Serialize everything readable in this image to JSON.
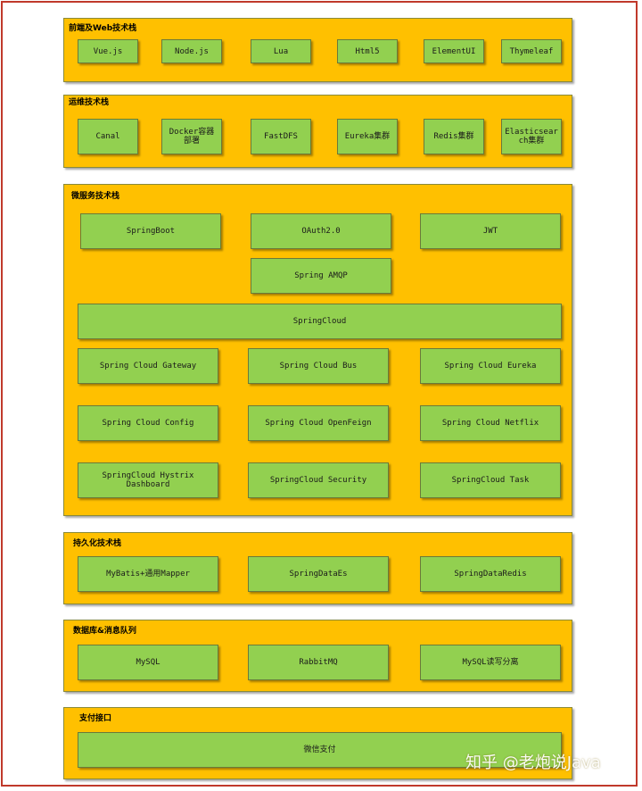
{
  "frontend": {
    "title": "前端及Web技术栈",
    "items": [
      "Vue.js",
      "Node.js",
      "Lua",
      "Html5",
      "ElementUI",
      "Thymeleaf"
    ]
  },
  "ops": {
    "title": "运维技术栈",
    "items": [
      "Canal",
      "Docker容器\n部署",
      "FastDFS",
      "Eureka集群",
      "Redis集群",
      "Elasticsear\nch集群"
    ]
  },
  "microservice": {
    "title": "微服务技术栈",
    "row1": [
      "SpringBoot",
      "OAuth2.0",
      "JWT"
    ],
    "amqp": "Spring AMQP",
    "springcloud": "SpringCloud",
    "row2": [
      "Spring Cloud Gateway",
      "Spring Cloud Bus",
      "Spring Cloud Eureka"
    ],
    "row3": [
      "Spring Cloud Config",
      "Spring Cloud OpenFeign",
      "Spring Cloud Netflix"
    ],
    "row4": [
      "SpringCloud Hystrix Dashboard",
      "SpringCloud Security",
      "SpringCloud Task"
    ]
  },
  "persistence": {
    "title": "持久化技术栈",
    "items": [
      "MyBatis+通用Mapper",
      "SpringDataEs",
      "SpringDataRedis"
    ]
  },
  "database": {
    "title": "数据库&消息队列",
    "items": [
      "MySQL",
      "RabbitMQ",
      "MySQL读写分离"
    ]
  },
  "payment": {
    "title": "支付接口",
    "item": "微信支付"
  },
  "watermark": "知乎 @老炮说Java",
  "colors": {
    "section": "#ffc000",
    "box": "#92d050",
    "frame": "#c0392b"
  }
}
